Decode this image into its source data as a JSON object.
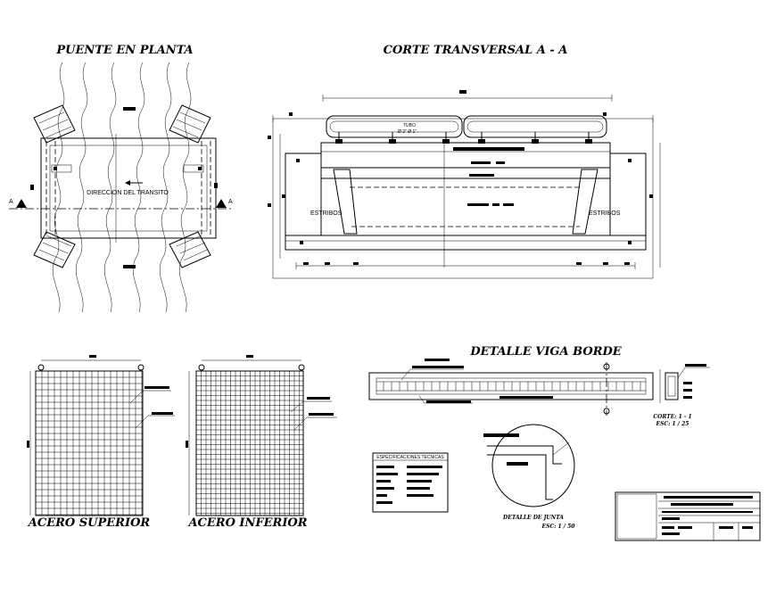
{
  "titles": {
    "plan": "PUENTE EN PLANTA",
    "section": "CORTE TRANSVERSAL A - A",
    "edge_beam": "DETALLE VIGA BORDE",
    "top_steel": "ACERO SUPERIOR",
    "bottom_steel": "ACERO INFERIOR"
  },
  "plan": {
    "traffic_direction": "DIRECCION DEL TRANSITO",
    "section_mark_left": "A",
    "section_mark_right": "A"
  },
  "section": {
    "abutment_left": "ESTRIBOS",
    "abutment_right": "ESTRIBOS",
    "pipe_note_line1": "TUBO",
    "pipe_note_line2": "Ø 2\" Ø 1\""
  },
  "edge_beam": {
    "cut_label": "CORTE: 1 - 1",
    "cut_scale": "ESC: 1 / 25"
  },
  "joint": {
    "label": "DETALLE DE JUNTA",
    "scale": "ESC: 1 / 50"
  },
  "specs": {
    "title": "ESPECIFICACIONES TECNICAS"
  },
  "colors": {
    "line": "#000000",
    "background": "#ffffff"
  }
}
